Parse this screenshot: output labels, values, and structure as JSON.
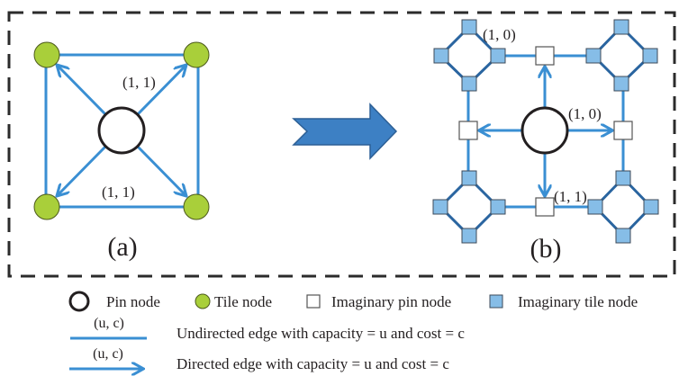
{
  "colors": {
    "edge": "#3a8fd3",
    "edge_dark": "#2a65a0",
    "tile_fill": "#a9cf3a",
    "tile_stroke": "#4c5a1c",
    "imag_tile_fill": "#86bde7",
    "imag_tile_stroke": "#3d4a58",
    "pin_stroke": "#231f20",
    "border": "#2b2b2b",
    "big_arrow": "#3d80c4",
    "big_arrow_stroke": "#2c5f95"
  },
  "panel_a": {
    "caption": "(a)",
    "edge_labels": [
      "(1, 1)",
      "(1, 1)"
    ]
  },
  "panel_b": {
    "caption": "(b)",
    "edge_labels": [
      "(1, 0)",
      "(1, 0)",
      "(1, 1)"
    ]
  },
  "transform_arrow": "right-arrow-icon",
  "legend": {
    "pin_node": "Pin node",
    "tile_node": "Tile node",
    "imaginary_pin_node": "Imaginary pin node",
    "imaginary_tile_node": "Imaginary tile node",
    "undirected_edge_label": "(u, c)",
    "undirected_edge_desc": "Undirected edge with capacity = u and cost = c",
    "directed_edge_label": "(u, c)",
    "directed_edge_desc": "Directed edge with capacity = u and cost = c"
  }
}
